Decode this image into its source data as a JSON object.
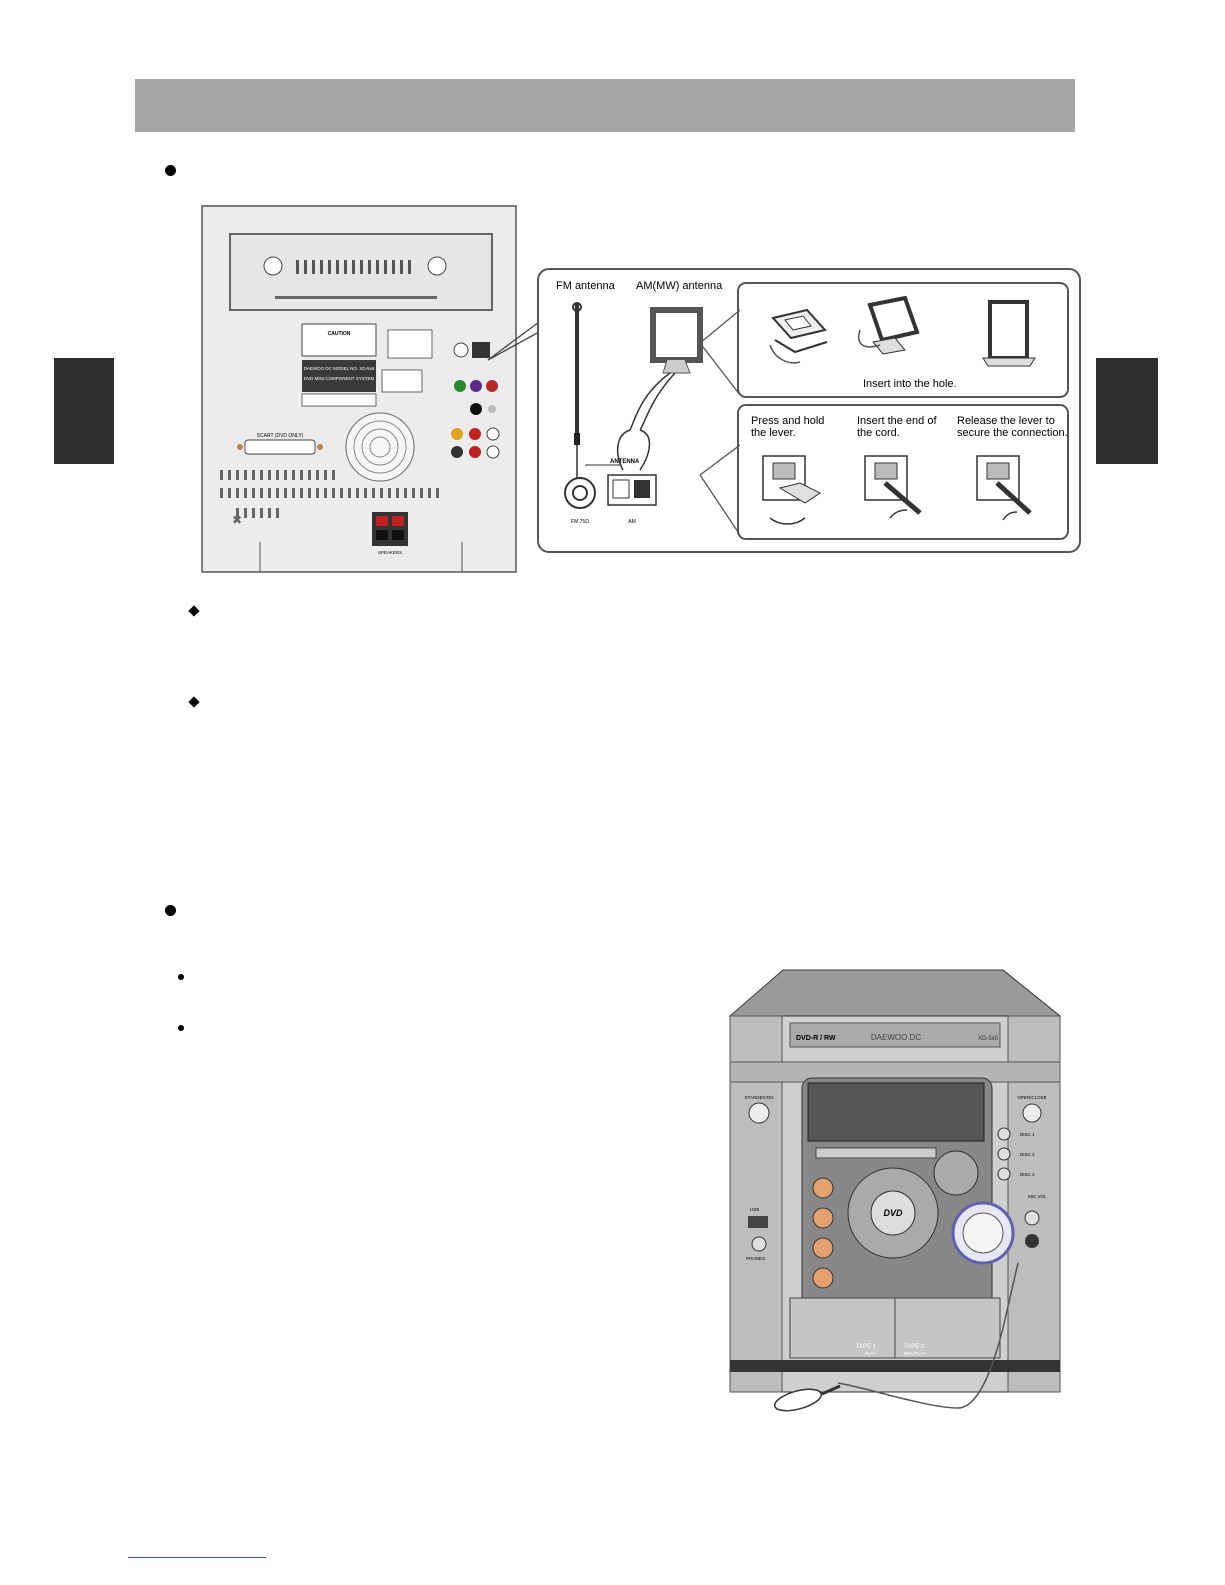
{
  "antenna_panel": {
    "fm_label": "FM antenna",
    "am_label": "AM(MW) antenna",
    "insert_hole": "Insert into the hole.",
    "step_press": "Press and hold\nthe lever.",
    "step_insert": "Insert the end of\nthe cord.",
    "step_release": "Release the lever to\nsecure the connection.",
    "jack_fm": "FM 75Ω",
    "jack_am": "AM",
    "antenna_word": "ANTENNA"
  },
  "rear_panel": {
    "brand_line": "DAEWOO DC  MODEL NO. XD-5x5",
    "product_name": "DVD MINI COMPONENT\nSYSTEM",
    "scart_label": "SCART (DVD ONLY)",
    "speakers_label": "SPEAKERS",
    "caution": "CAUTION"
  },
  "front_unit": {
    "top_badge": "DVD-R / RW",
    "brand": "DAEWOO DC",
    "model": "XD-5x5",
    "dvd_logo": "DVD",
    "standby_label": "STANDBY/ON",
    "open_close_label": "OPEN/CLOSE",
    "disc_labels": [
      "DISC 1",
      "DISC 2",
      "DISC 3"
    ],
    "usb_label": "USB",
    "phones_label": "PHONES",
    "mic_vol_label": "MIC VOL",
    "tape1": "TAPE 1",
    "tape1_sub": "PLAY",
    "tape2": "TAPE 2",
    "tape2_sub": "REC/PLAY"
  },
  "colors": {
    "header_bar": "#a6a6a6",
    "side_tabs": "#2f2f2f",
    "footer_link_line": "#2a4fd0"
  }
}
